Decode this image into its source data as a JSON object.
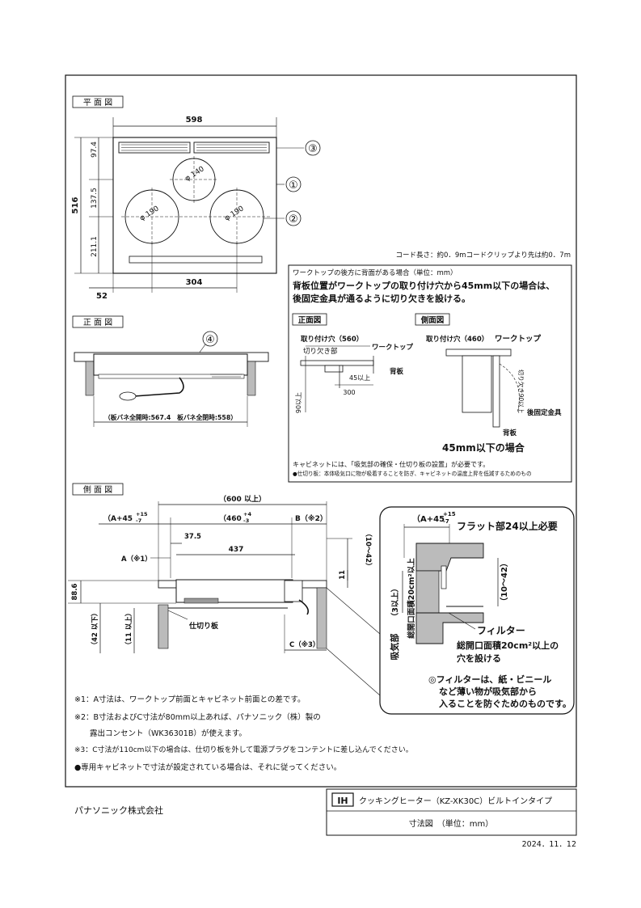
{
  "sections": {
    "plan": "平 面 図",
    "front": "正 面 図",
    "side": "側 面 図"
  },
  "plan": {
    "width": "598",
    "height": "516",
    "d_97": "97.4",
    "d_137": "137.5",
    "d_211": "211.1",
    "d_52": "52",
    "d_304": "304",
    "dia140": "φ 140",
    "dia190a": "φ 190",
    "dia190b": "φ 190",
    "n1": "①",
    "n2": "②",
    "n3": "③"
  },
  "cord_note": "コード長さ：約0．9mコードクリップより先は約0．7m",
  "back_panel": {
    "header": "ワークトップの後方に背面がある場合（単位：mm）",
    "line1": "背板位置がワークトップの取り付け穴から45mm以下の場合は、",
    "line2": "後固定金具が通るように切り欠きを設ける。",
    "front_label": "正面図",
    "side_label": "側面図",
    "hole560": "取り付け穴（560）",
    "cutout": "切り欠き部",
    "worktop_a": "ワークトップ",
    "backboard_a": "背板",
    "d45": "45以上",
    "d300": "300",
    "d90": "90以上",
    "hole460": "取り付け穴（460）",
    "worktop_b": "ワークトップ",
    "cut90": "切り欠き90以上",
    "fixture": "後固定金具",
    "backboard_b": "背板",
    "case": "45mm以下の場合",
    "note1": "キャビネットには、「吸気部の確保・仕切り板の設置」が必要です。",
    "note2": "●仕切り板：本体吸気口に物が吸着することを防ぎ、キャビネットの温度上昇を低減するためのもの"
  },
  "front": {
    "n4": "④",
    "span": "（板バネ全開時:567.4　板バネ全閉時:558）"
  },
  "side": {
    "d600": "（600 以上）",
    "a45": "（A+45",
    "a45tol": "+15",
    "a45tol2": "-7",
    "d460": "（460",
    "d460tol": "+4",
    "d460tol2": "-3",
    "b": "B（※2）",
    "d37": "37.5",
    "d437": "437",
    "a": "A（※1）",
    "d1042": "（10～42）",
    "d11": "11",
    "d886": "88.6",
    "d42": "（42 以下）",
    "d11b": "（11 以上）",
    "partition": "仕切り板",
    "c": "C（※3）"
  },
  "detail": {
    "a45": "（A+45",
    "tol1": "+15",
    "tol2": "-7",
    "flat": "フラット部24以上必要",
    "d1042": "（10～42）",
    "d3": "（3以上）",
    "intake": "吸気部",
    "area": "総開口面積20cm²以上",
    "filter": "フィルター",
    "hole1": "総開口面積20cm²以上の",
    "hole2": "穴を設ける",
    "note1": "◎フィルターは、紙・ビニール",
    "note2": "など薄い物が吸気部から",
    "note3": "入ることを防ぐためのものです。"
  },
  "notes": [
    "※1：A寸法は、ワークトップ前面とキャビネット前面との差です。",
    "※2：B寸法およびC寸法が80mm以上あれば、パナソニック（株）製の",
    "　　露出コンセント（WK36301B）が使えます。",
    "※3：C寸法が110cm以下の場合は、仕切り板を外して電源プラグをコンテントに差し込んでください。",
    "●専用キャビネットで寸法が設定されている場合は、それに従ってください。"
  ],
  "footer": {
    "company": "パナソニック株式会社",
    "ih": "IH",
    "product": "クッキングヒーター（KZ-XK30C）ビルトインタイプ",
    "drawing": "寸法図　（単位：mm）",
    "date": "2024．11．12"
  }
}
